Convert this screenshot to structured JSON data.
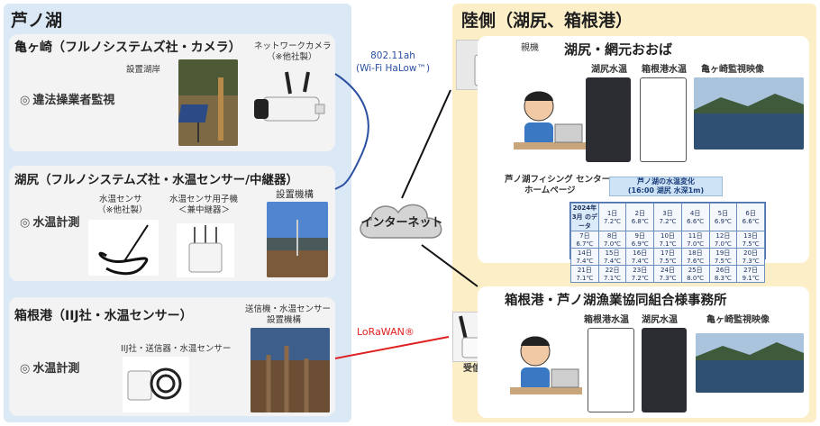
{
  "lake": {
    "title": "芦ノ湖",
    "kamegasaki": {
      "title": "亀ヶ崎（フルノシステムズ社・カメラ）",
      "site_label": "設置湖岸",
      "camera_label_1": "ネットワークカメラ",
      "camera_label_2": "（※他社製）",
      "purpose": "違法操業者監視"
    },
    "kojiri": {
      "title": "湖尻（フルノシステムズ社・水温センサー/中継器）",
      "sensor_label_1": "水温センサ",
      "sensor_label_2": "（※他社製）",
      "child_label_1": "水温センサ用子機",
      "child_label_2": "＜兼中継器＞",
      "site_label": "設置機構",
      "purpose": "水温計測"
    },
    "hakone": {
      "title": "箱根港（IIJ社・水温センサー）",
      "device_label": "IIJ社・送信器・水温センサー",
      "site_label_1": "送信機・水温センサー",
      "site_label_2": "設置機構",
      "purpose": "水温計測"
    }
  },
  "land": {
    "title": "陸側（湖尻、箱根港）",
    "kojiri_office": {
      "title": "湖尻・網元おおば",
      "parent_label": "親機",
      "screen1": "湖尻水温",
      "screen2": "箱根港水温",
      "screen3": "亀ヶ崎監視映像",
      "hp_title_1": "芦ノ湖フィシング センター",
      "hp_title_2": "ホームページ",
      "hp_banner_1": "芦ノ湖の水温変化",
      "hp_banner_2": "(16:00 湖尻 水深1m)",
      "hp_month": "2024年3月 のデータ"
    },
    "fishery_office": {
      "title": "箱根港・芦ノ湖漁業協同組合様事務所",
      "receiver_label": "受信機",
      "screen1": "箱根港水温",
      "screen2": "湖尻水温",
      "screen3": "亀ヶ崎監視映像"
    }
  },
  "network": {
    "internet_label": "インターネット",
    "wifi_label_1": "802.11ah",
    "wifi_label_2": "(Wi-Fi HaLow™)",
    "lora_label": "LoRaWAN®"
  },
  "purpose_mark": "◎",
  "hp_table": {
    "rows": [
      [
        "1日 7.2℃",
        "2日 6.8℃",
        "3日 7.2℃",
        "4日 6.6℃",
        "5日 6.9℃",
        "6日 6.6℃"
      ],
      [
        "7日 6.7℃",
        "8日 7.0℃",
        "9日 6.9℃",
        "10日 7.1℃",
        "11日 7.0℃",
        "12日 7.0℃",
        "13日 7.5℃"
      ],
      [
        "14日 7.4℃",
        "15日 7.4℃",
        "16日 7.4℃",
        "17日 7.5℃",
        "18日 7.6℃",
        "19日 7.5℃",
        "20日 7.3℃"
      ],
      [
        "21日 7.1℃",
        "22日 7.1℃",
        "23日 7.2℃",
        "24日 7.3℃",
        "25日 8.0℃",
        "26日 8.3℃",
        "27日 9.1℃"
      ]
    ]
  },
  "colors": {
    "lake_bg": "#dbe8f5",
    "land_bg": "#fcefc8",
    "wifi_line": "#2a4fa0",
    "lora_line": "#e02020",
    "internet_line": "#111111"
  }
}
